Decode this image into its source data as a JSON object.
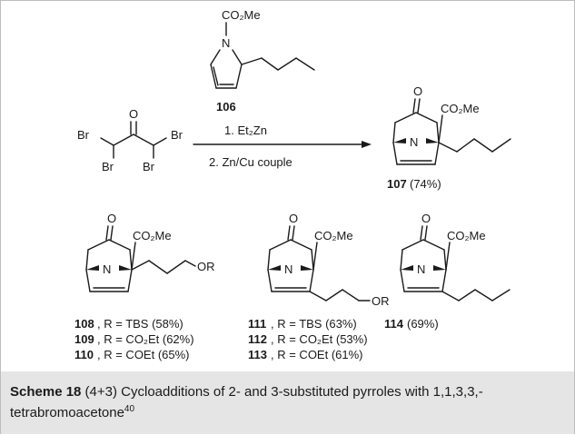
{
  "reaction": {
    "reagent_pyrrole": {
      "number": "106",
      "n_label": "N",
      "ester": "CO₂Me"
    },
    "dibromoketone": {
      "o": "O",
      "br": "Br"
    },
    "conditions": {
      "step1": "1. Et₂Zn",
      "step2": "2. Zn/Cu couple"
    },
    "product": {
      "number": "107",
      "yield": " (74%)",
      "o": "O",
      "n": "N",
      "ester": "CO₂Me"
    }
  },
  "compounds": [
    {
      "ester": "CO₂Me",
      "o": "O",
      "n": "N",
      "side": "OR",
      "entries": [
        {
          "num": "108",
          "text": ", R = TBS (58%)"
        },
        {
          "num": "109",
          "text": ", R = CO₂Et (62%)"
        },
        {
          "num": "110",
          "text": ", R = COEt (65%)"
        }
      ]
    },
    {
      "ester": "CO₂Me",
      "o": "O",
      "n": "N",
      "side": "OR",
      "entries": [
        {
          "num": "111",
          "text": ", R = TBS (63%)"
        },
        {
          "num": "112",
          "text": ", R = CO₂Et (53%)"
        },
        {
          "num": "113",
          "text": ", R = COEt (61%)"
        }
      ]
    },
    {
      "ester": "CO₂Me",
      "o": "O",
      "n": "N",
      "entries": [
        {
          "num": "114",
          "text": " (69%)"
        }
      ]
    }
  ],
  "caption": {
    "label": "Scheme 18",
    "text": "  (4+3) Cycloadditions of 2- and 3-substituted pyrroles with 1,1,3,3,-tetrabromoacetone",
    "ref": "40"
  }
}
